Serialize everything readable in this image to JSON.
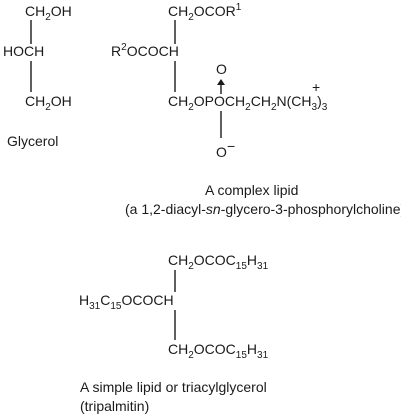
{
  "glycerol": {
    "line1": {
      "a": "CH",
      "s": "2",
      "b": "OH"
    },
    "line2": "HOCH",
    "line3": {
      "a": "CH",
      "s": "2",
      "b": "OH"
    },
    "name": "Glycerol"
  },
  "complex_lipid": {
    "top": {
      "a": "CH",
      "s": "2",
      "b": "OCOR",
      "sup": "1"
    },
    "middle": {
      "pre": "R",
      "sup": "2",
      "post": "OCOCH"
    },
    "oxygen_top": "O",
    "bottom": {
      "a": "CH",
      "s1": "2",
      "b": "OPOCH",
      "s2": "2",
      "c": "CH",
      "s3": "2",
      "d": "N(CH",
      "s4": "3",
      "e": ")",
      "s5": "3"
    },
    "plus": "+",
    "oxygen_bottom": "O",
    "minus": "−",
    "caption1": "A complex lipid",
    "caption2": {
      "a": "(a 1,2-diacyl-",
      "italic": "sn",
      "b": "-glycero-3-phosphorylcholine)"
    }
  },
  "simple_lipid": {
    "top": {
      "a": "CH",
      "s1": "2",
      "b": "OCOC",
      "s2": "15",
      "c": "H",
      "s3": "31"
    },
    "middle": {
      "a": "H",
      "s1": "31",
      "b": "C",
      "s2": "15",
      "c": "OCOCH"
    },
    "bottom": {
      "a": "CH",
      "s1": "2",
      "b": "OCOC",
      "s2": "15",
      "c": "H",
      "s3": "31"
    },
    "caption1": "A simple lipid or triacylglycerol",
    "caption2": "(tripalmitin)"
  }
}
